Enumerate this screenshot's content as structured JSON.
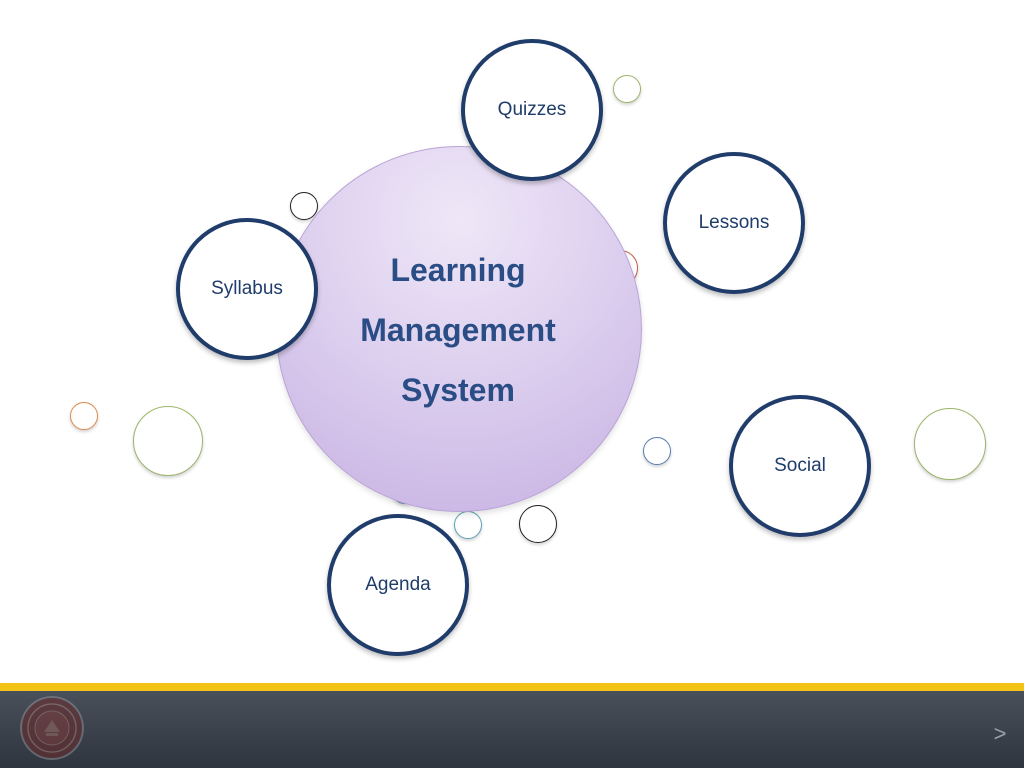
{
  "center": {
    "lines": [
      "Learning",
      "Management",
      "System"
    ]
  },
  "topics": {
    "quizzes": "Quizzes",
    "lessons": "Lessons",
    "syllabus": "Syllabus",
    "social": "Social",
    "agenda": "Agenda"
  },
  "footer": {
    "next_label": ">",
    "seal_icon": "university-seal-icon"
  },
  "colors": {
    "topic_border": "#1f3c6a",
    "title_text": "#2a4d85",
    "center_fill": "#ddd0ef",
    "footer_accent": "#f2c315",
    "footer_bg": "#3a4049"
  }
}
